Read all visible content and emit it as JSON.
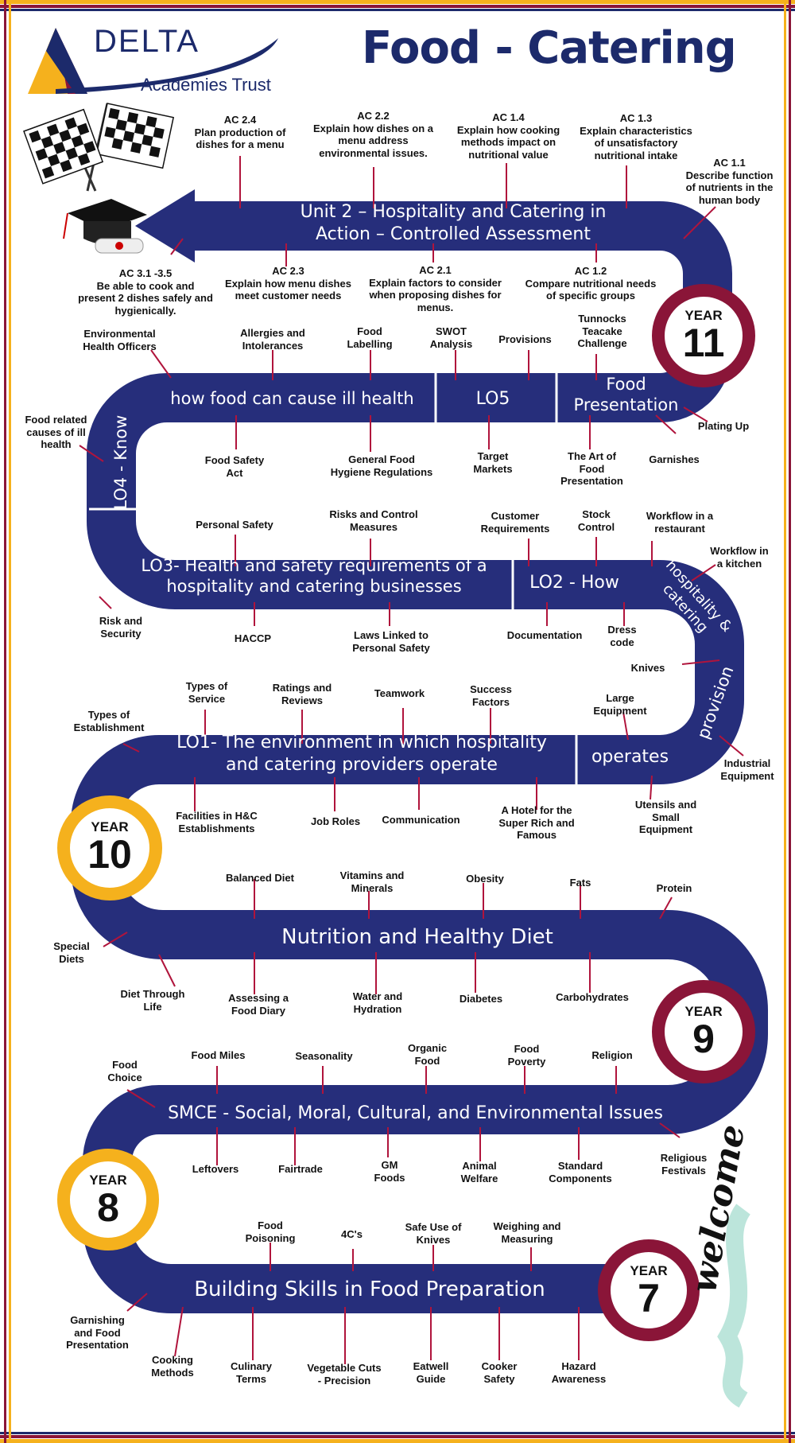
{
  "header": {
    "title": "Food - Catering",
    "logo_word": "DELTA",
    "logo_sub": "Academies Trust"
  },
  "colors": {
    "road": "#262e7b",
    "maroon": "#8a1538",
    "gold": "#f5b11d",
    "navy": "#1c2a6b"
  },
  "years": [
    {
      "label": "YEAR",
      "number": "11"
    },
    {
      "label": "YEAR",
      "number": "10"
    },
    {
      "label": "YEAR",
      "number": "9"
    },
    {
      "label": "YEAR",
      "number": "8"
    },
    {
      "label": "YEAR",
      "number": "7"
    }
  ],
  "road_labels": {
    "unit2": "Unit 2 – Hospitality and Catering in\nAction – Controlled Assessment",
    "lo4_a": "how food can cause ill health",
    "lo4_b": "LO4 - Know",
    "lo5": "LO5",
    "food_pres": "Food\nPresentation",
    "lo3": "LO3- Health and safety requirements of a\nhospitality and catering businesses",
    "lo2": "LO2 - How",
    "hosp": "hospitality &\ncatering",
    "provision": "provision",
    "lo1": "LO1- The environment in which hospitality\nand catering providers operate",
    "operates": "operates",
    "nutrition": "Nutrition and Healthy Diet",
    "smce": "SMCE - Social, Moral, Cultural, and Environmental Issues",
    "skills": "Building Skills in Food Preparation"
  },
  "labels": {
    "ac24": "AC 2.4\nPlan production of\ndishes for a menu",
    "ac22": "AC 2.2\nExplain how dishes on a\nmenu address\nenvironmental issues.",
    "ac14": "AC 1.4\nExplain how cooking\nmethods impact on\nnutritional value",
    "ac13": "AC 1.3\nExplain characteristics\nof unsatisfactory\nnutritional intake",
    "ac11": "AC 1.1\nDescribe function\nof nutrients in the\nhuman body",
    "ac31": "AC 3.1 -3.5\nBe able to cook and\npresent 2 dishes safely and\nhygienically.",
    "ac23": "AC 2.3\nExplain how menu dishes\nmeet customer needs",
    "ac21": "AC 2.1\nExplain factors to consider\nwhen proposing dishes for\nmenus.",
    "ac12": "AC 1.2\nCompare nutritional needs\nof specific groups",
    "envhealth": "Environmental\nHealth Officers",
    "allergies": "Allergies and\nIntolerances",
    "foodlabel": "Food\nLabelling",
    "swot": "SWOT\nAnalysis",
    "provisions": "Provisions",
    "tunnocks": "Tunnocks\nTeacake\nChallenge",
    "foodcauses": "Food related\ncauses of ill\nhealth",
    "foodsafety": "Food Safety\nAct",
    "genhyg": "General Food\nHygiene Regulations",
    "target": "Target\nMarkets",
    "artfood": "The Art of\nFood\nPresentation",
    "garnishes": "Garnishes",
    "platingup": "Plating Up",
    "personal": "Personal Safety",
    "risksctrl": "Risks and Control\nMeasures",
    "custreq": "Customer\nRequirements",
    "stock": "Stock\nControl",
    "wfrest": "Workflow in a\nrestaurant",
    "wfkitchen": "Workflow in\na kitchen",
    "risksec": "Risk and\nSecurity",
    "haccp": "HACCP",
    "laws": "Laws Linked to\nPersonal Safety",
    "documentation": "Documentation",
    "dress": "Dress\ncode",
    "knives": "Knives",
    "largeeq": "Large\nEquipment",
    "industrial": "Industrial\nEquipment",
    "utensils": "Utensils and\nSmall\nEquipment",
    "typesest": "Types of\nEstablishment",
    "typesserv": "Types of\nService",
    "ratings": "Ratings and\nReviews",
    "teamwork": "Teamwork",
    "success": "Success\nFactors",
    "facilities": "Facilities in H&C\nEstablishments",
    "jobroles": "Job Roles",
    "communication": "Communication",
    "hotel": "A Hotel for the\nSuper Rich and\nFamous",
    "balanced": "Balanced Diet",
    "vitamins": "Vitamins and\nMinerals",
    "obesity": "Obesity",
    "fats": "Fats",
    "protein": "Protein",
    "specialdiets": "Special\nDiets",
    "dietlife": "Diet Through\nLife",
    "assessing": "Assessing a\nFood Diary",
    "water": "Water and\nHydration",
    "diabetes": "Diabetes",
    "carbs": "Carbohydrates",
    "foodchoice": "Food\nChoice",
    "foodmiles": "Food Miles",
    "seasonality": "Seasonality",
    "organic": "Organic\nFood",
    "poverty": "Food\nPoverty",
    "religion": "Religion",
    "leftovers": "Leftovers",
    "fairtrade": "Fairtrade",
    "gm": "GM\nFoods",
    "animal": "Animal\nWelfare",
    "standard": "Standard\nComponents",
    "festivals": "Religious\nFestivals",
    "poisoning": "Food\nPoisoning",
    "fourc": "4C's",
    "safeknives": "Safe Use of\nKnives",
    "weighing": "Weighing and\nMeasuring",
    "garnishing": "Garnishing\nand Food\nPresentation",
    "cooking": "Cooking\nMethods",
    "culinary": "Culinary\nTerms",
    "vegcuts": "Vegetable Cuts\n- Precision",
    "eatwell": "Eatwell\nGuide",
    "cooker": "Cooker\nSafety",
    "hazard": "Hazard\nAwareness",
    "welcome": "welcome"
  }
}
